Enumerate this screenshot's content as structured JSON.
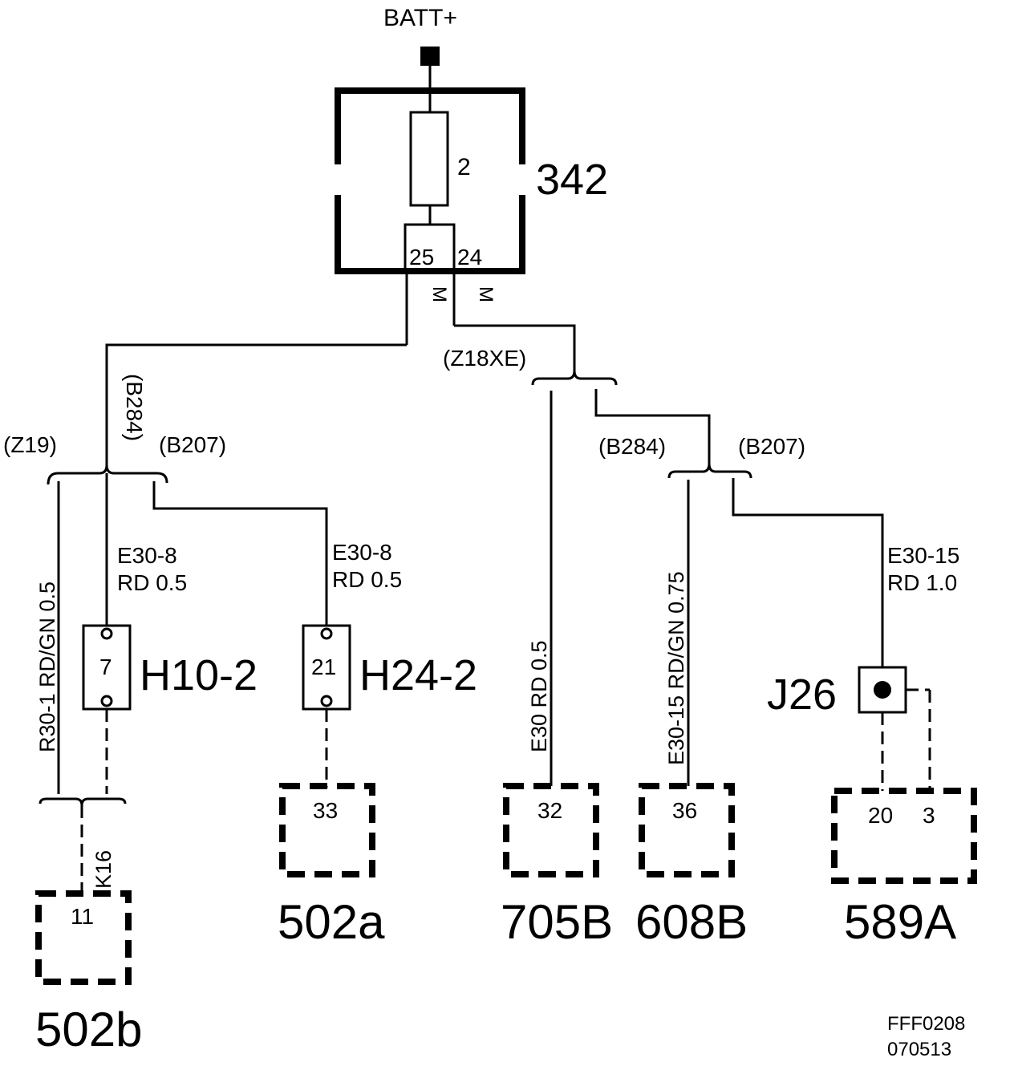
{
  "title": "BATT+",
  "fuse_block": {
    "id": "342",
    "fuse": "2",
    "pin_left": "25",
    "pin_right": "24",
    "marker_left": "M",
    "marker_right": "M"
  },
  "variants": {
    "z18xe": "(Z18XE)",
    "z19": "(Z19)",
    "b284_left": "(B284)",
    "b207_left": "(B207)",
    "b284_right": "(B284)",
    "b207_right": "(B207)"
  },
  "wires": {
    "r30": "R30-1  RD/GN 0.5",
    "e30_8_a_line1": "E30-8",
    "e30_8_a_line2": "RD 0.5",
    "e30_8_b_line1": "E30-8",
    "e30_8_b_line2": "RD 0.5",
    "e30_705": "E30   RD   0.5",
    "e30_15_608": "E30-15  RD/GN 0.75",
    "e30_15_589_line1": "E30-15",
    "e30_15_589_line2": "RD 1.0",
    "k16": "K16"
  },
  "connectors": {
    "h10": {
      "name": "H10-2",
      "pin": "7"
    },
    "h24": {
      "name": "H24-2",
      "pin": "21"
    },
    "j26": {
      "name": "J26"
    }
  },
  "components": {
    "c502b": {
      "name": "502b",
      "pin": "11"
    },
    "c502a": {
      "name": "502a",
      "pin": "33"
    },
    "c705b": {
      "name": "705B",
      "pin": "32"
    },
    "c608b": {
      "name": "608B",
      "pin": "36"
    },
    "c589a": {
      "name": "589A",
      "pin_a": "20",
      "pin_b": "3"
    }
  },
  "footer": {
    "code": "FFF0208",
    "date": "070513"
  }
}
